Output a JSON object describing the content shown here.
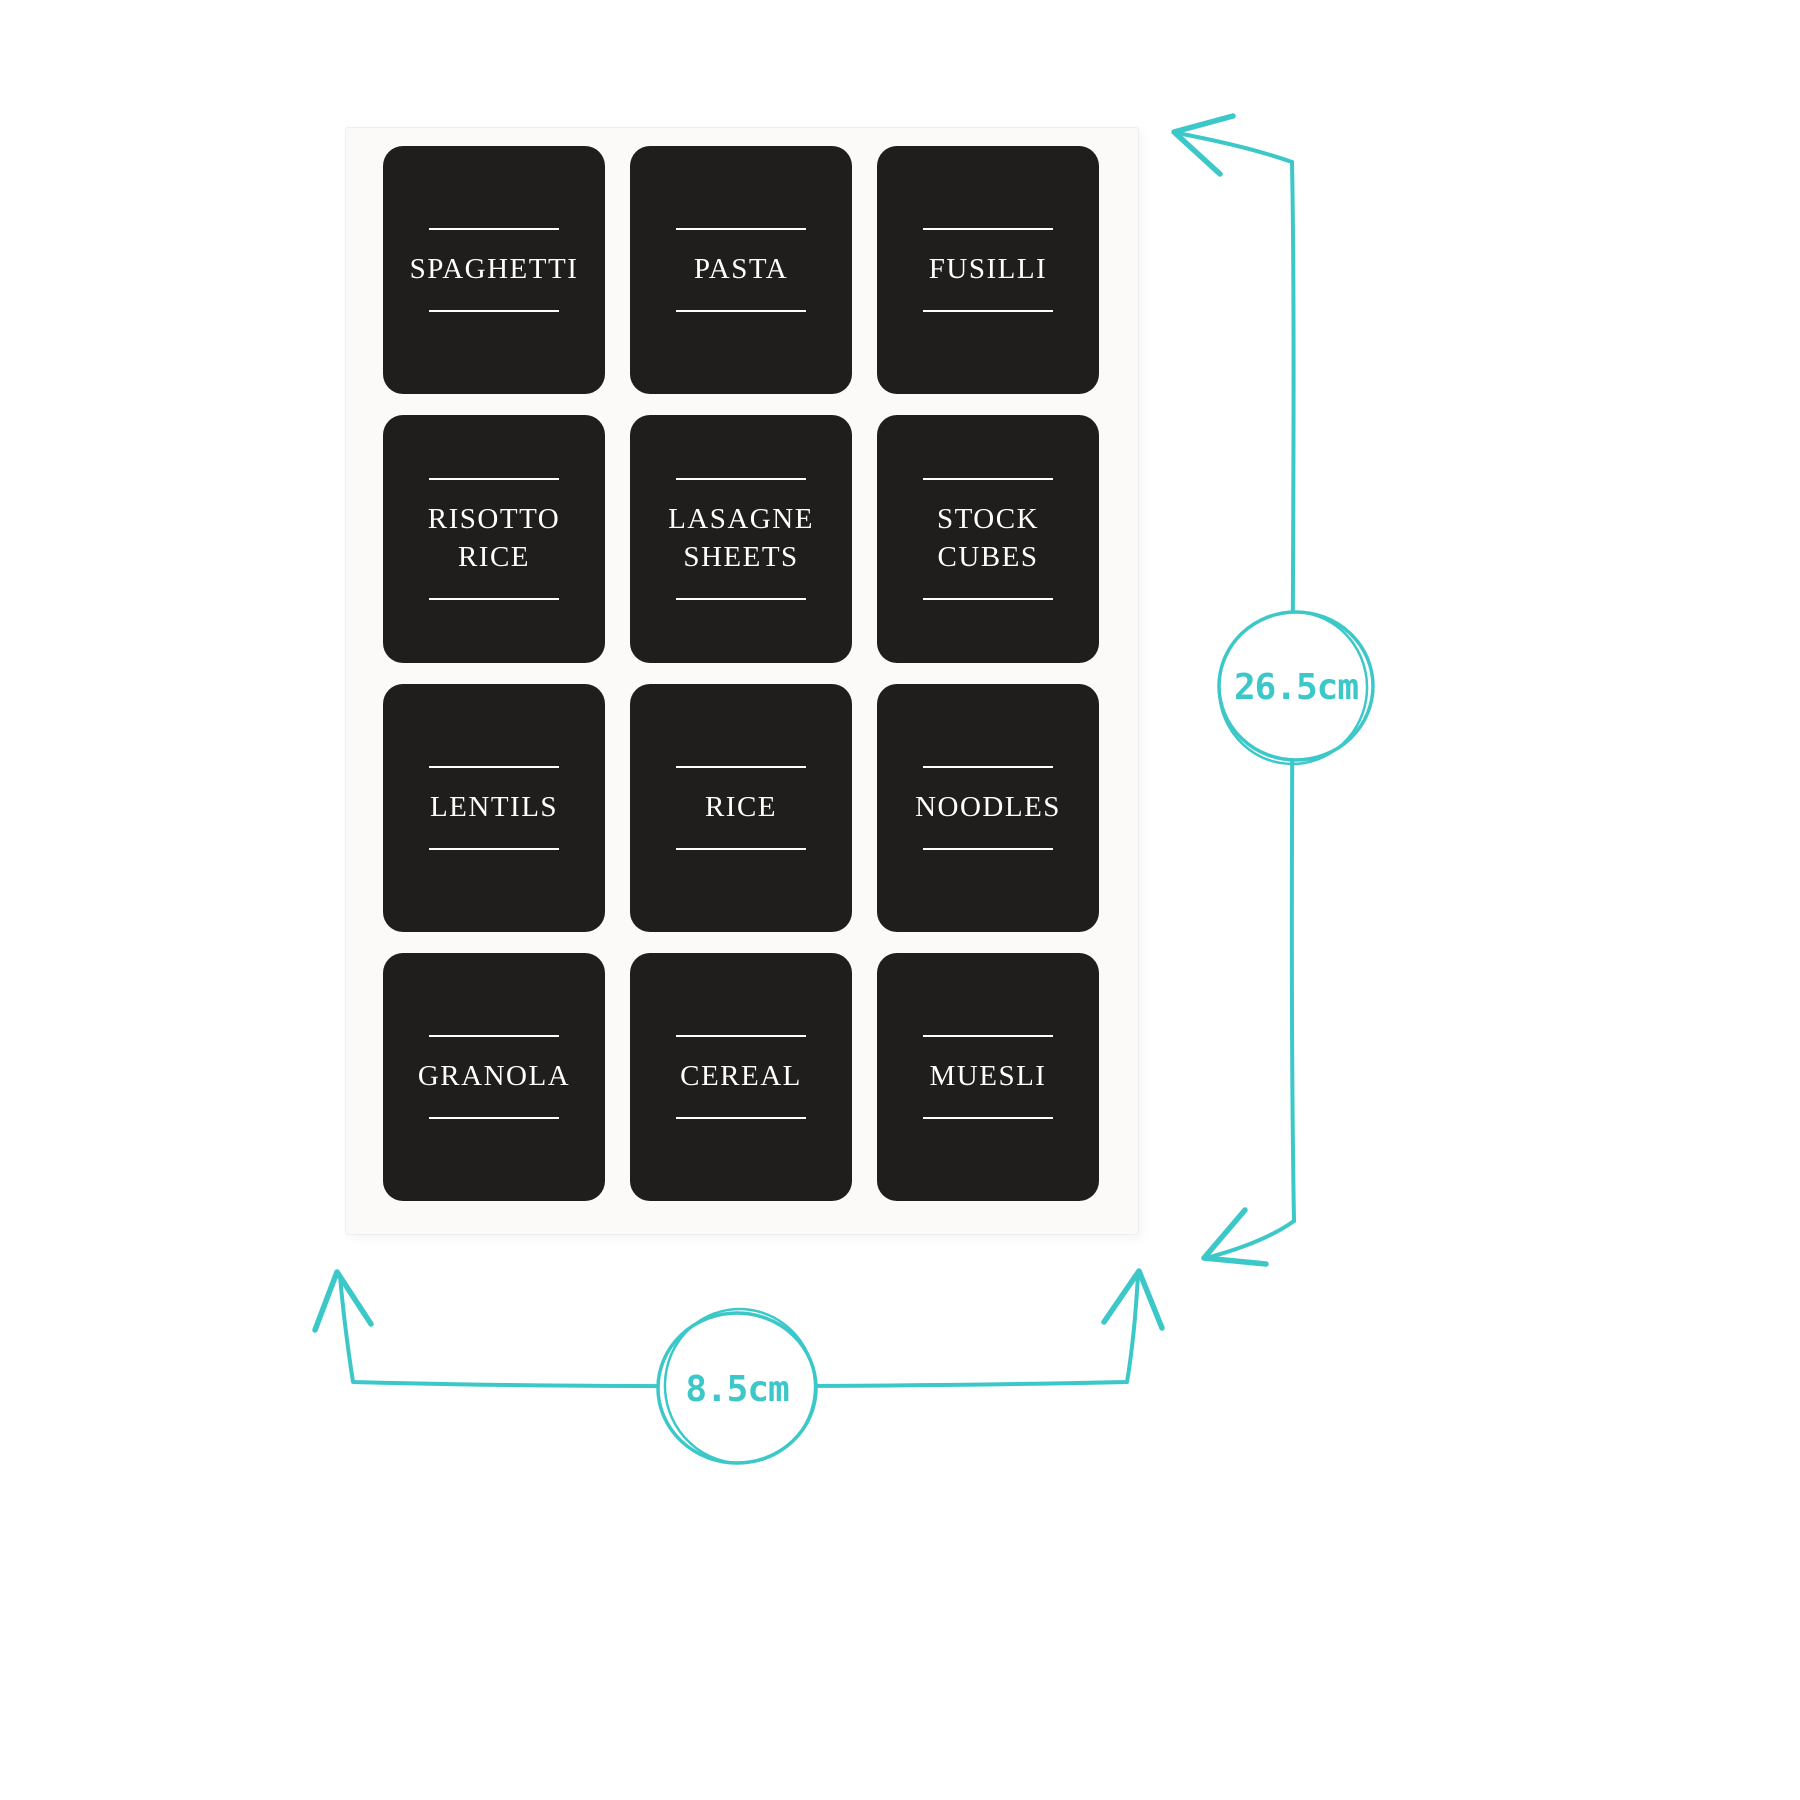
{
  "theme": {
    "accent": "#3cc7c9",
    "label-bg": "#1f1e1c",
    "label-text": "#ffffff",
    "sheet-bg": "#fbfaf8",
    "page-bg": "#ffffff"
  },
  "sheet": {
    "labels": [
      "SPAGHETTI",
      "PASTA",
      "FUSILLI",
      "RISOTTO RICE",
      "LASAGNE SHEETS",
      "STOCK CUBES",
      "LENTILS",
      "RICE",
      "NOODLES",
      "GRANOLA",
      "CEREAL",
      "MUESLI"
    ]
  },
  "measurements": {
    "height": "26.5cm",
    "width": "8.5cm"
  }
}
